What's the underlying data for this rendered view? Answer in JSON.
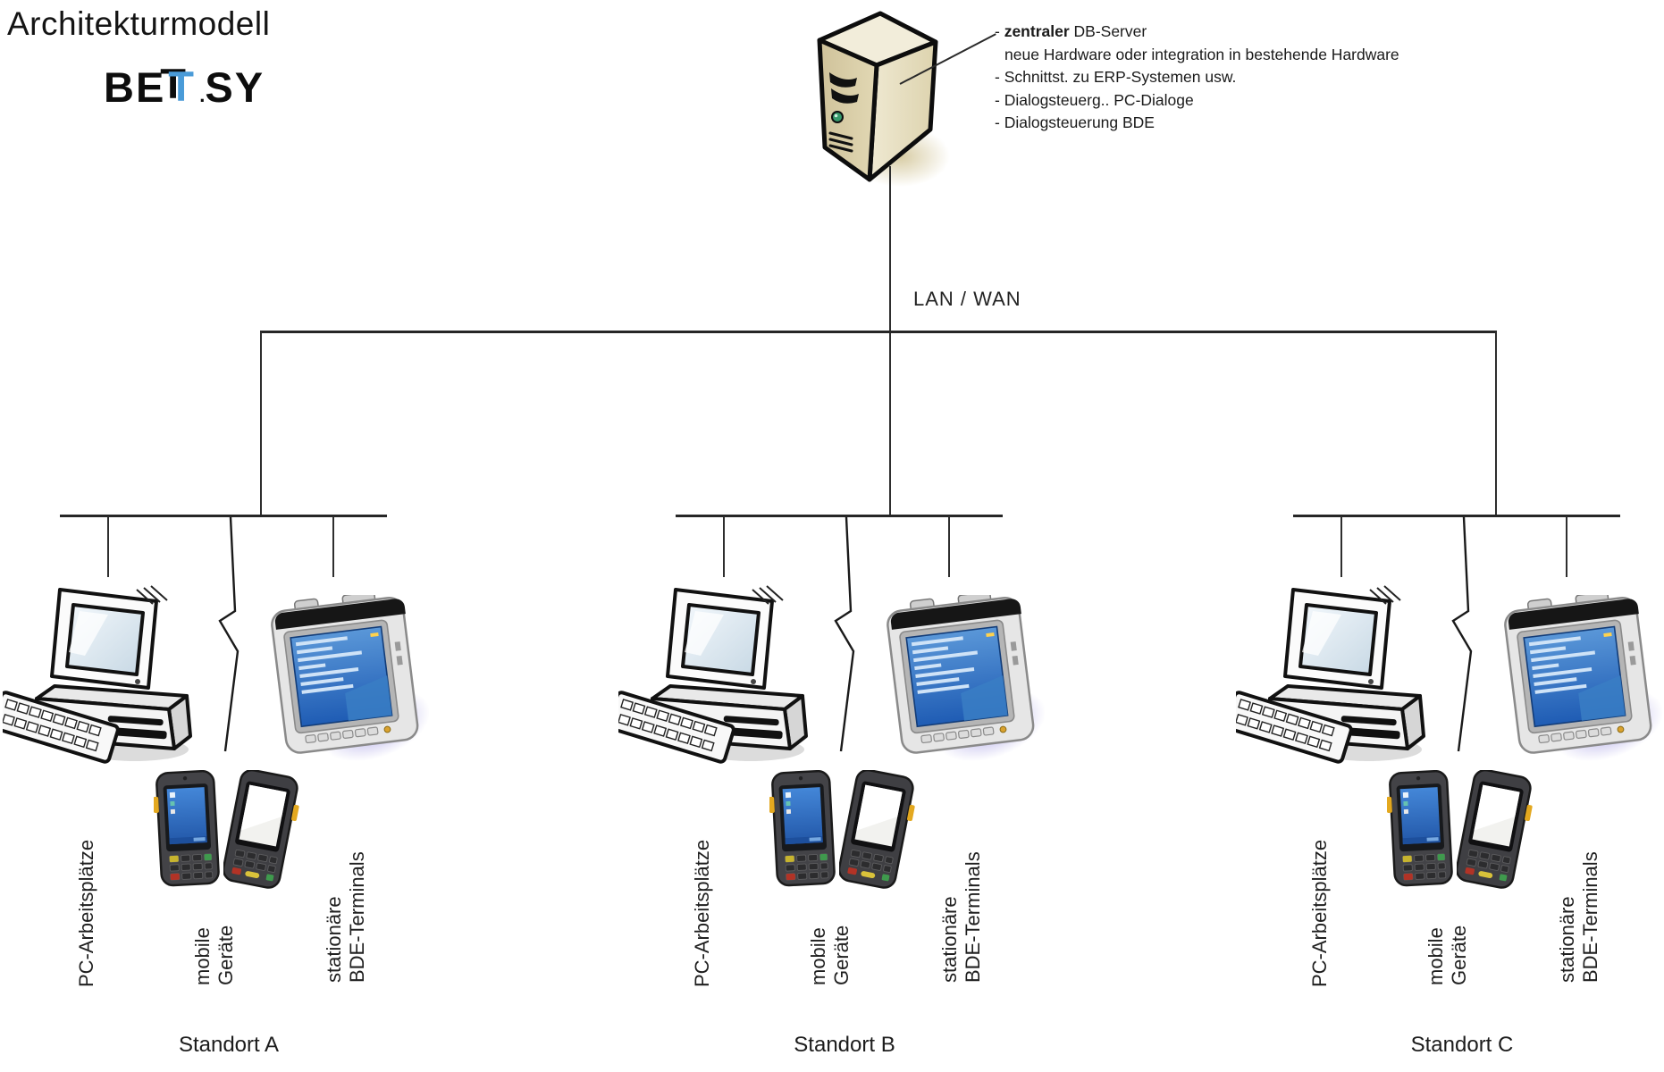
{
  "header": {
    "title": "Architekturmodell",
    "logo": {
      "be": "BE",
      "t_shadow": "T",
      "t_accent": "T",
      "dot": ".",
      "sy": "SY",
      "accent_color": "#4a9bd8"
    }
  },
  "server_annotation": {
    "line1_prefix": "- ",
    "line1_bold": "zentraler",
    "line1_rest": " DB-Server",
    "line2": "neue Hardware oder integration in bestehende Hardware",
    "line3": "- Schnittst. zu ERP-Systemen usw.",
    "line4": "- Dialogsteuerg.. PC-Dialoge",
    "line5": "- Dialogsteuerung BDE"
  },
  "network": {
    "backbone_label": "LAN / WAN"
  },
  "sites": [
    {
      "name": "Standort A",
      "labels": {
        "pc": "PC-Arbeitsplätze",
        "mobile_line1": "mobile",
        "mobile_line2": "Geräte",
        "stationary_line1": "stationäre",
        "stationary_line2": "BDE-Terminals"
      }
    },
    {
      "name": "Standort B",
      "labels": {
        "pc": "PC-Arbeitsplätze",
        "mobile_line1": "mobile",
        "mobile_line2": "Geräte",
        "stationary_line1": "stationäre",
        "stationary_line2": "BDE-Terminals"
      }
    },
    {
      "name": "Standort C",
      "labels": {
        "pc": "PC-Arbeitsplätze",
        "mobile_line1": "mobile",
        "mobile_line2": "Geräte",
        "stationary_line1": "stationäre",
        "stationary_line2": "BDE-Terminals"
      }
    }
  ],
  "colors": {
    "logo_accent": "#4a9bd8",
    "server_beige_front": "#d7cba4",
    "server_beige_side": "#ece4c8",
    "terminal_screen_blue": "#2f6fc0",
    "terminal_shadow_purple": "#8e85da",
    "pda_screen_blue": "#3a7bd0",
    "line_color": "#2a2a2a"
  }
}
